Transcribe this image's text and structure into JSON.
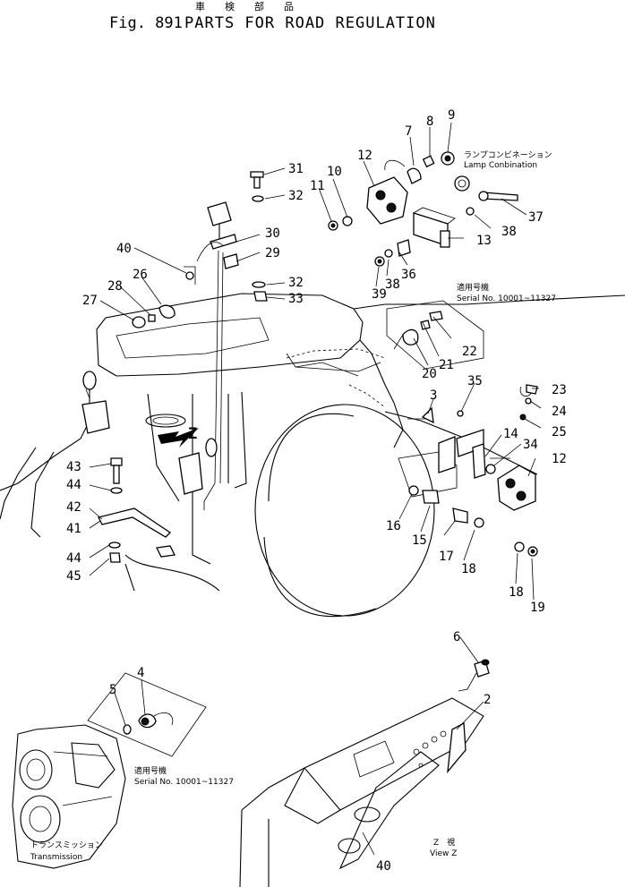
{
  "header": {
    "japanese": "車　　検　　部　　品",
    "fig": "Fig. 891",
    "title": "PARTS FOR ROAD REGULATION"
  },
  "notes": {
    "lamp_combination_jp": "ランプコンビネーション",
    "lamp_combination_en": "Lamp Conbination",
    "serial_jp_1": "適用号機",
    "serial_en_1": "Serial No. 10001~11327",
    "serial_jp_2": "適用号機",
    "serial_en_2": "Serial No. 10001~11327",
    "transmission_jp": "トランスミッション",
    "transmission_en": "Transmission",
    "view_jp": "Z　視",
    "view_en": "View Z",
    "z_arrow": "Z"
  },
  "callouts": [
    "31",
    "32",
    "30",
    "29",
    "32",
    "33",
    "40",
    "26",
    "28",
    "27",
    "10",
    "11",
    "12",
    "7",
    "8",
    "9",
    "37",
    "38",
    "13",
    "36",
    "38",
    "39",
    "22",
    "21",
    "20",
    "3",
    "35",
    "23",
    "24",
    "25",
    "14",
    "34",
    "12",
    "16",
    "15",
    "17",
    "18",
    "18",
    "19",
    "43",
    "44",
    "42",
    "41",
    "44",
    "45",
    "4",
    "5",
    "6",
    "2",
    "40"
  ]
}
